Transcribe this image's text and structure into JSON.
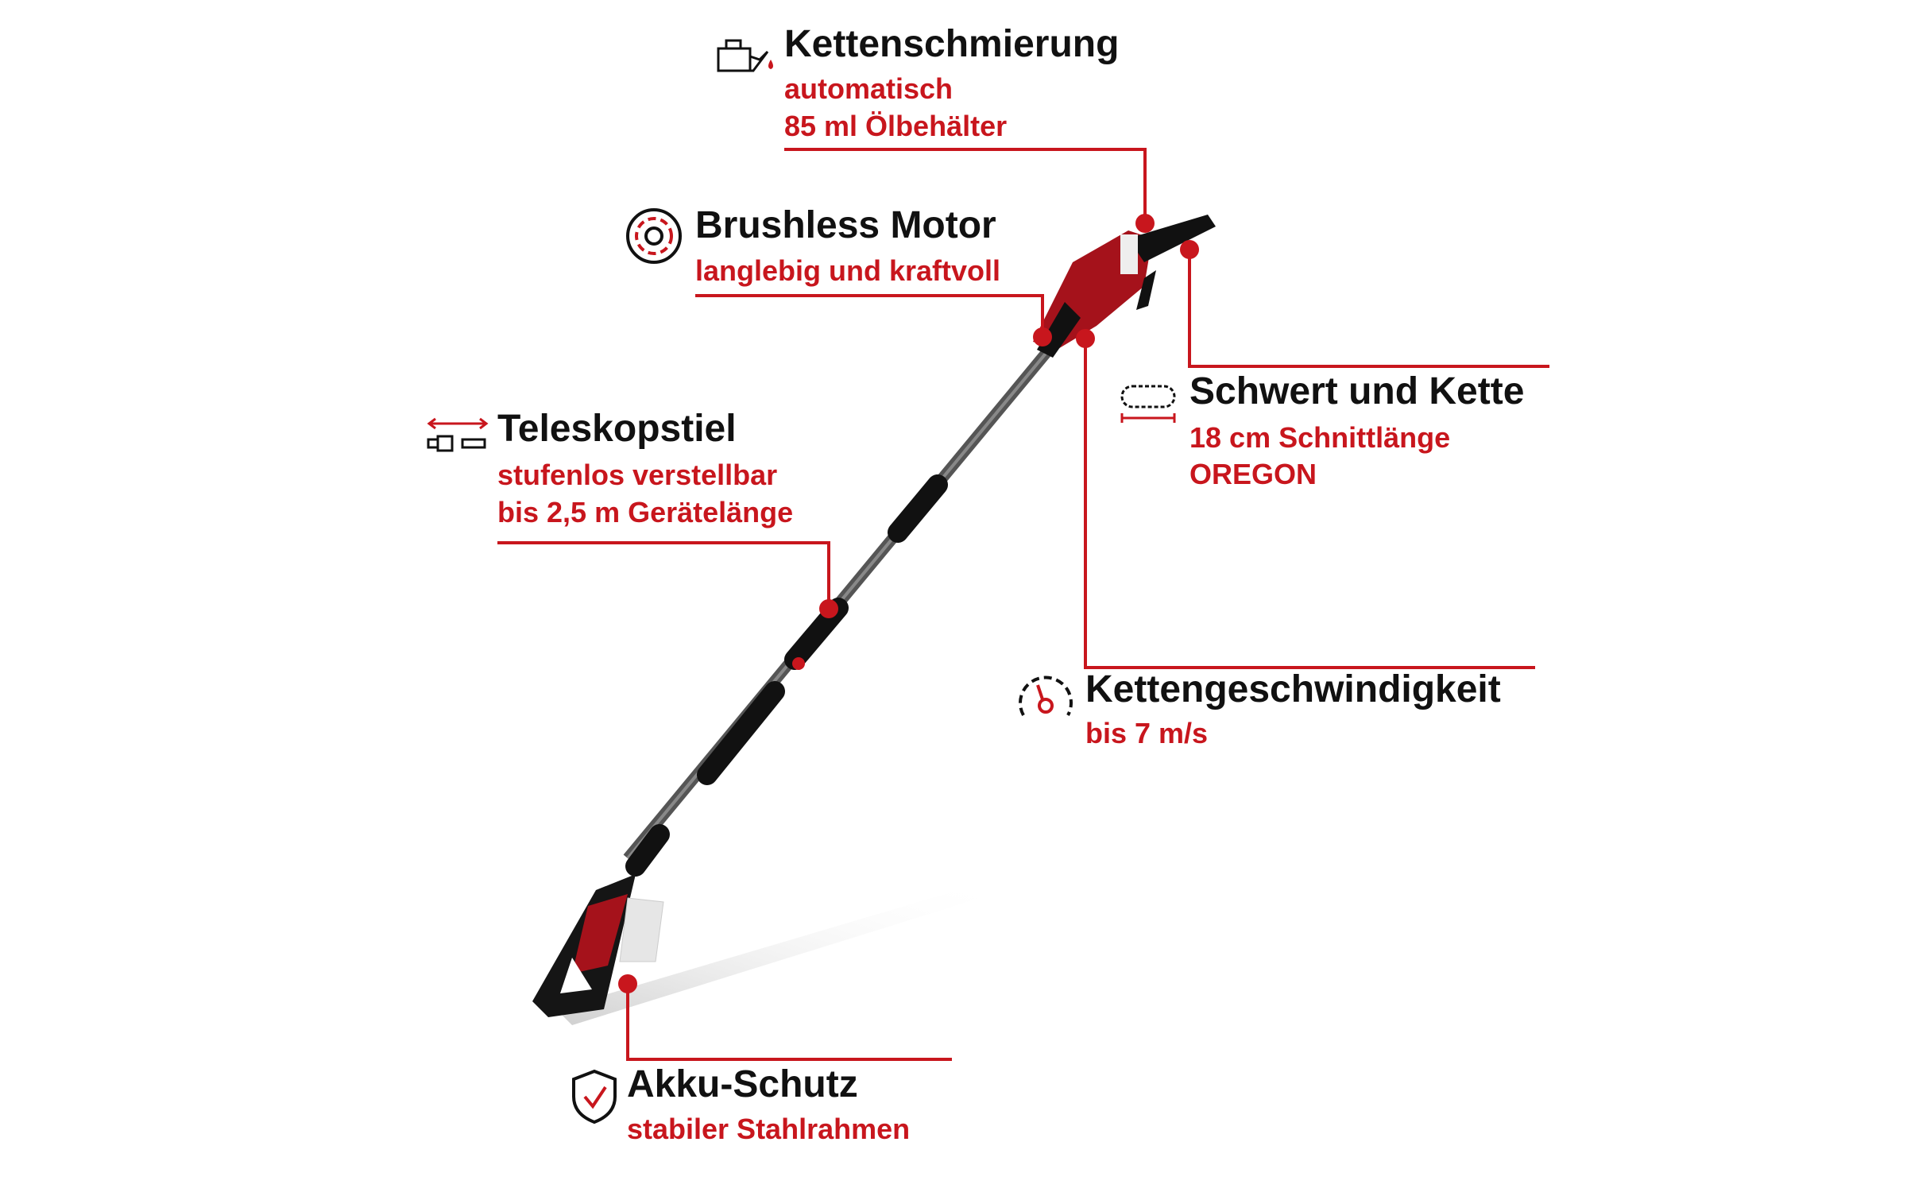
{
  "colors": {
    "accent": "#c8161d",
    "text": "#111111",
    "background": "#ffffff"
  },
  "features": [
    {
      "id": "kettenschmierung",
      "icon": "oil-can-icon",
      "title": "Kettenschmierung",
      "lines": [
        "automatisch",
        "85 ml Ölbehälter"
      ]
    },
    {
      "id": "brushless",
      "icon": "motor-icon",
      "title": "Brushless Motor",
      "lines": [
        "langlebig und kraftvoll"
      ]
    },
    {
      "id": "schwert",
      "icon": "chain-bar-icon",
      "title": "Schwert und Kette",
      "lines": [
        "18 cm Schnittlänge",
        "OREGON"
      ]
    },
    {
      "id": "teleskop",
      "icon": "telescopic-icon",
      "title": "Teleskopstiel",
      "lines": [
        "stufenlos verstellbar",
        "bis 2,5 m Gerätelänge"
      ]
    },
    {
      "id": "geschwindigkeit",
      "icon": "speedometer-icon",
      "title": "Kettengeschwindigkeit",
      "lines": [
        "bis 7 m/s"
      ]
    },
    {
      "id": "akku",
      "icon": "shield-check-icon",
      "title": "Akku-Schutz",
      "lines": [
        "stabiler Stahlrahmen"
      ]
    }
  ]
}
